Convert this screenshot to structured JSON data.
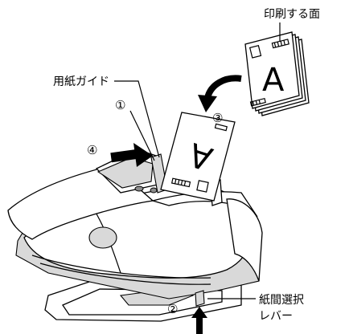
{
  "labels": {
    "print_side": "印刷する面",
    "paper_guide": "用紙ガイド",
    "paper_thickness_lever_line1": "紙間選択",
    "paper_thickness_lever_line2": "レバー"
  },
  "steps": [
    "①",
    "②",
    "③",
    "④"
  ],
  "paper_letter": "A"
}
